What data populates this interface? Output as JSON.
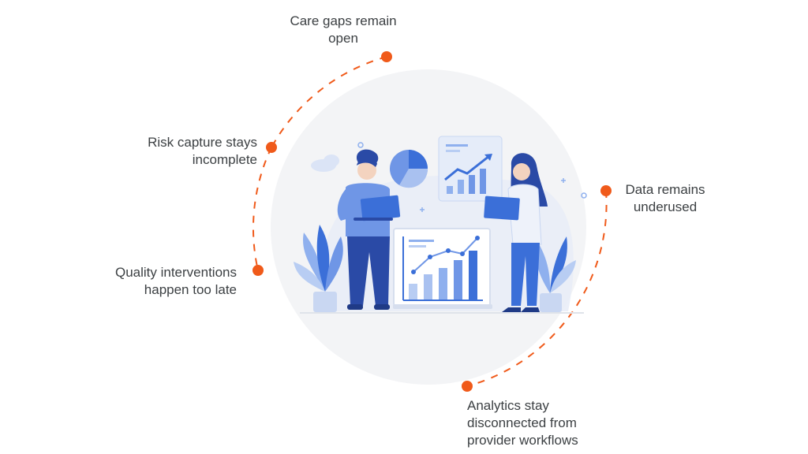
{
  "labels": {
    "care_gaps": [
      "Care gaps remain",
      "open"
    ],
    "risk_capture": [
      "Risk capture stays",
      "incomplete"
    ],
    "quality": [
      "Quality interventions",
      "happen too late"
    ],
    "data_underused": [
      "Data remains",
      "underused"
    ],
    "analytics": [
      "Analytics stay",
      "disconnected from",
      "provider workflows"
    ]
  },
  "colors": {
    "accent": "#f05a1a",
    "primary_blue": "#3b6fd8",
    "light_blue": "#8fb0ee",
    "pale_blue": "#dbe6fb",
    "circle_bg": "#f3f4f6",
    "text": "#3c4043"
  }
}
